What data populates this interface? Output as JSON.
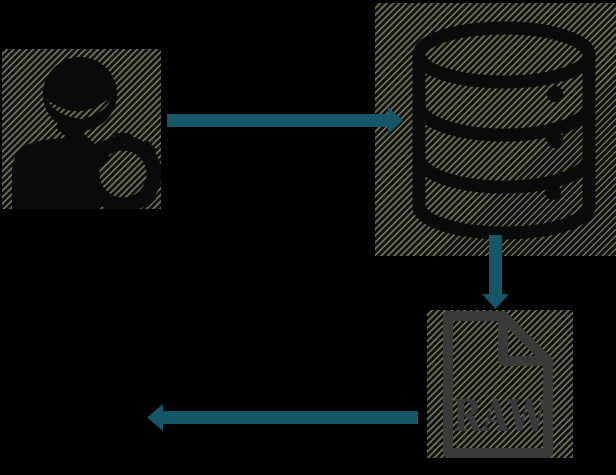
{
  "scene": {
    "type": "flow-diagram",
    "background": "#000000"
  },
  "colors": {
    "arrow": "#165669",
    "hatch_line": "#6f6f58",
    "hatch_dark": "#11110d",
    "silhouette": "#0a0a0a",
    "file_outline": "#3a3a3a"
  },
  "nodes": {
    "user": {
      "icon": "user-gear-icon"
    },
    "database": {
      "icon": "database-icon"
    },
    "raw_file": {
      "icon": "file-raw-icon",
      "label": "RAW"
    }
  },
  "edges": [
    {
      "id": "user-to-database",
      "direction": "right"
    },
    {
      "id": "database-to-raw-file",
      "direction": "down"
    },
    {
      "id": "raw-file-to-out",
      "direction": "left"
    }
  ]
}
